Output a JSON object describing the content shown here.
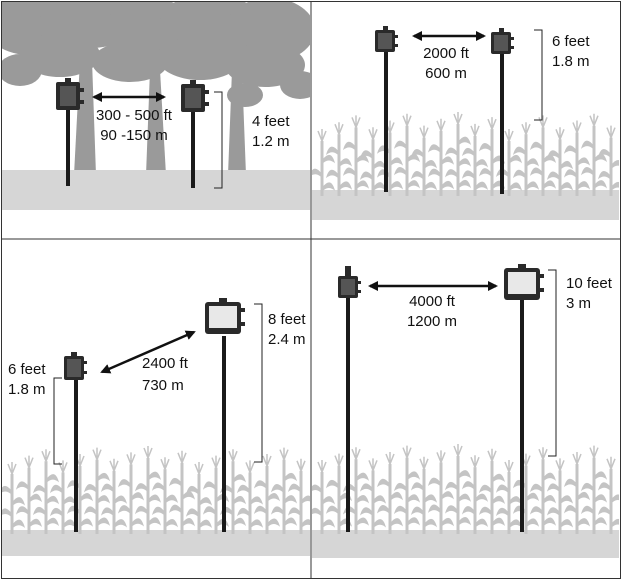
{
  "colors": {
    "ground": "#d6d6d6",
    "tree": "#9a9a9a",
    "corn": "#c4c4c4",
    "pole": "#1a1a1a",
    "device": "#2a2a2a",
    "text": "#111111",
    "border": "#333333"
  },
  "panels": [
    {
      "id": "trees",
      "distance": {
        "feet": "300 - 500 ft",
        "meters": "90 -150 m"
      },
      "height": {
        "feet": "4 feet",
        "meters": "1.2 m"
      }
    },
    {
      "id": "short-corn",
      "distance": {
        "feet": "2000 ft",
        "meters": "600 m"
      },
      "height": {
        "feet": "6 feet",
        "meters": "1.8 m"
      }
    },
    {
      "id": "mixed-height",
      "distance": {
        "feet": "2400 ft",
        "meters": "730 m"
      },
      "height_low": {
        "feet": "6 feet",
        "meters": "1.8 m"
      },
      "height_high": {
        "feet": "8 feet",
        "meters": "2.4 m"
      }
    },
    {
      "id": "tall-corn",
      "distance": {
        "feet": "4000 ft",
        "meters": "1200 m"
      },
      "height": {
        "feet": "10 feet",
        "meters": "3 m"
      }
    }
  ]
}
